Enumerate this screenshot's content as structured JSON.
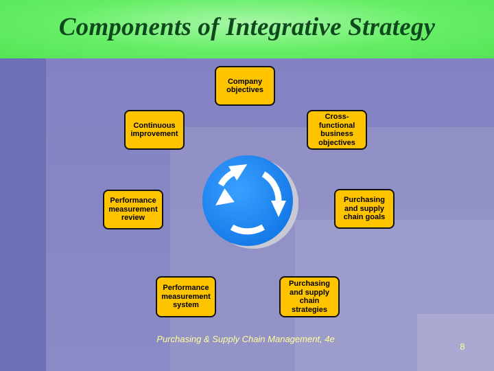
{
  "title": "Components of Integrative Strategy",
  "boxes": {
    "company_objectives": "Company\nobjectives",
    "cross_functional": "Cross-\nfunctional\nbusiness\nobjectives",
    "purchasing_goals": "Purchasing\nand supply\nchain goals",
    "purchasing_strategies": "Purchasing\nand supply\nchain\nstrategies",
    "measurement_system": "Performance\nmeasurement\nsystem",
    "measurement_review": "Performance\nmeasurement\nreview",
    "continuous_improvement": "Continuous\nimprovement"
  },
  "footer": "Purchasing & Supply Chain Management, 4e",
  "page_number": "8",
  "colors": {
    "header_green": "#66ee66",
    "title_text": "#0f4a1c",
    "box_fill": "#ffc400",
    "cycle_blue": "#1e90ff",
    "background": "#7b7bbd",
    "footer_text": "#ffff99"
  },
  "icons": {
    "center": "circular-arrows-icon"
  }
}
